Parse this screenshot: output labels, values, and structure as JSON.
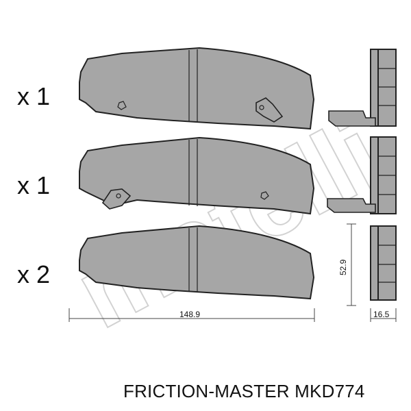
{
  "watermark": "metelli",
  "quantities": [
    "x 1",
    "x 1",
    "x 2"
  ],
  "dimensions": {
    "width": "148.9",
    "height": "52.9",
    "thickness": "16.5"
  },
  "caption": "FRICTION-MASTER MKD774",
  "colors": {
    "pad_fill": "#a6a6a6",
    "outline": "#222222"
  }
}
